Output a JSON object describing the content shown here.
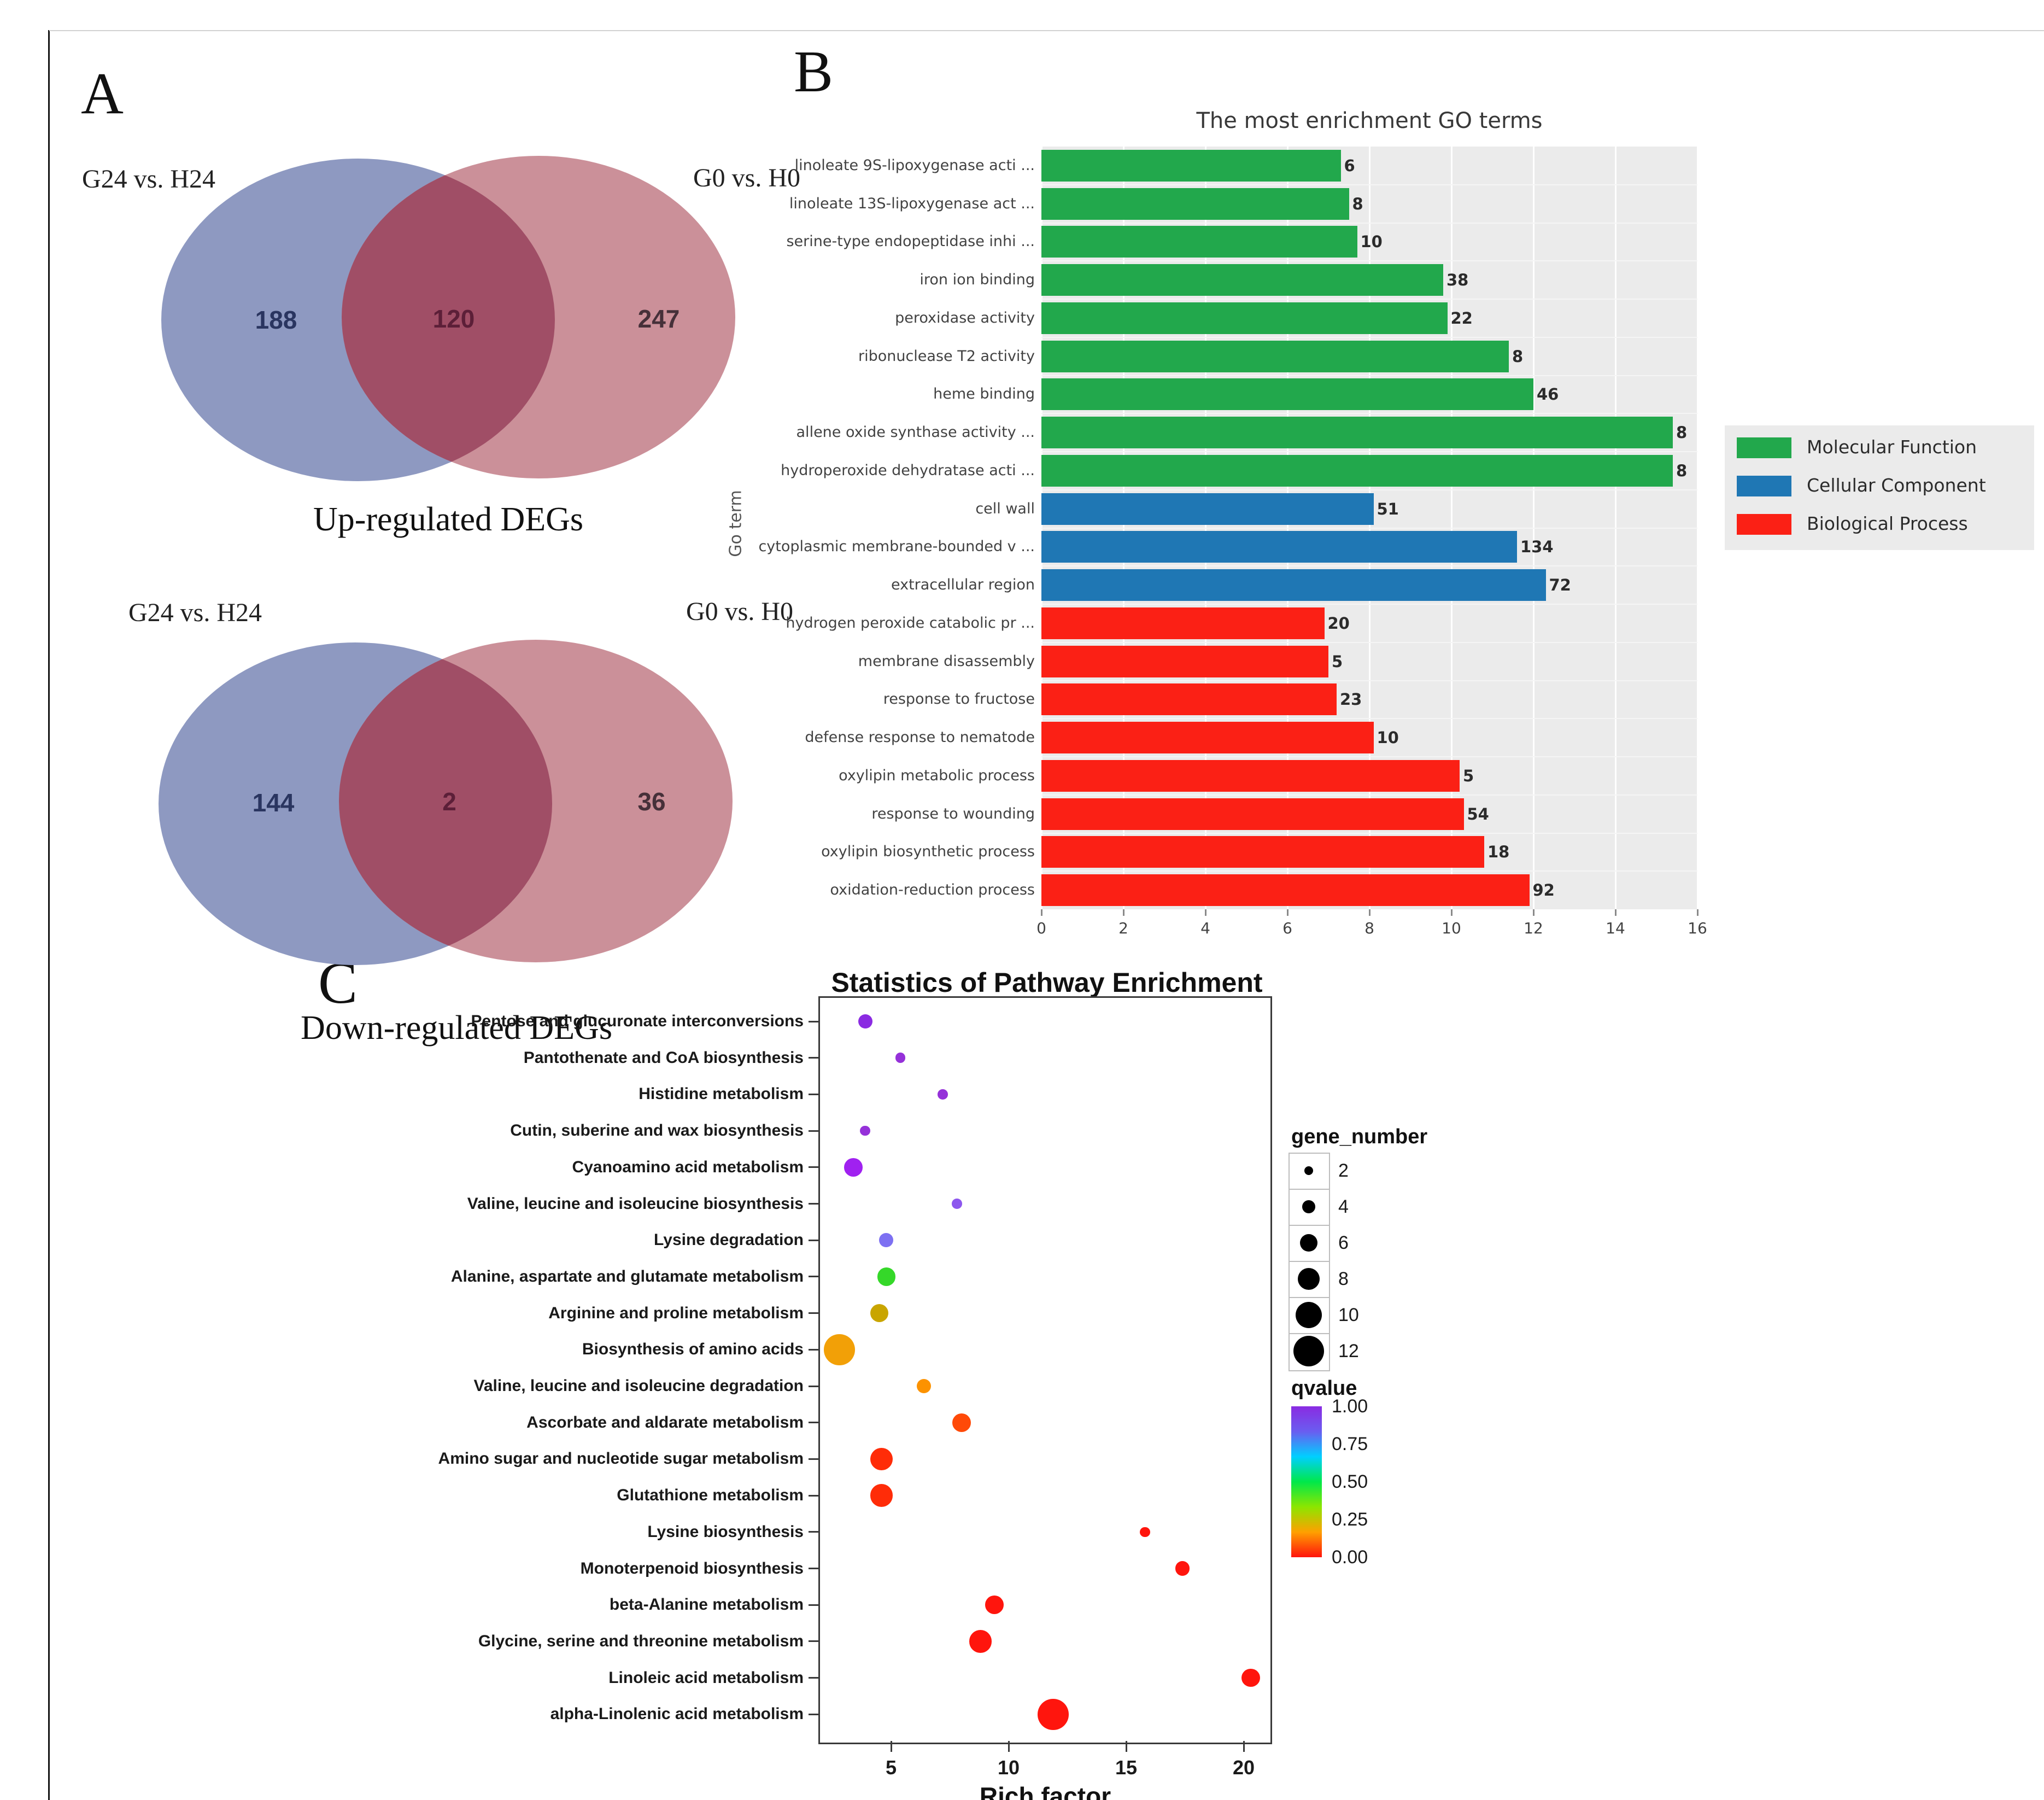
{
  "page": {
    "panel_a_letter": "A",
    "panel_b_letter": "B",
    "panel_c_letter": "C"
  },
  "venn": {
    "colors": {
      "left": "#8e99c1",
      "right": "#cb9099",
      "overlap": "#a04e66",
      "left_text": "#2a3560",
      "overlap_text": "#5c1f38",
      "right_text": "#463039"
    },
    "up": {
      "left_label": "G24 vs. H24",
      "right_label": "G0 vs. H0",
      "left_value": "188",
      "overlap_value": "120",
      "right_value": "247",
      "caption": "Up-regulated DEGs"
    },
    "down": {
      "left_label": "G24 vs. H24",
      "right_label": "G0 vs. H0",
      "left_value": "144",
      "overlap_value": "2",
      "right_value": "36",
      "caption": "Down-regulated DEGs"
    }
  },
  "chart_data": [
    {
      "id": "go_terms",
      "type": "bar",
      "orientation": "horizontal",
      "title": "The most enrichment GO terms",
      "ylabel": "Go term",
      "xlabel": "",
      "xlim": [
        0,
        16
      ],
      "xticks": [
        0,
        2,
        4,
        6,
        8,
        10,
        12,
        14,
        16
      ],
      "grid": true,
      "legend_position": "right",
      "groups": [
        {
          "name": "Molecular Function",
          "color": "#22a84c"
        },
        {
          "name": "Cellular Component",
          "color": "#1f77b4"
        },
        {
          "name": "Biological Process",
          "color": "#fb2015"
        }
      ],
      "bars": [
        {
          "label": "linoleate 9S-lipoxygenase acti ...",
          "value": 7.3,
          "count": 6,
          "group": "Molecular Function"
        },
        {
          "label": "linoleate 13S-lipoxygenase act ...",
          "value": 7.5,
          "count": 8,
          "group": "Molecular Function"
        },
        {
          "label": "serine-type endopeptidase inhi ...",
          "value": 7.7,
          "count": 10,
          "group": "Molecular Function"
        },
        {
          "label": "iron ion binding",
          "value": 9.8,
          "count": 38,
          "group": "Molecular Function"
        },
        {
          "label": "peroxidase activity",
          "value": 9.9,
          "count": 22,
          "group": "Molecular Function"
        },
        {
          "label": "ribonuclease T2 activity",
          "value": 11.4,
          "count": 8,
          "group": "Molecular Function"
        },
        {
          "label": "heme binding",
          "value": 12.0,
          "count": 46,
          "group": "Molecular Function"
        },
        {
          "label": "allene oxide synthase activity ...",
          "value": 15.4,
          "count": 8,
          "group": "Molecular Function"
        },
        {
          "label": "hydroperoxide dehydratase acti ...",
          "value": 15.4,
          "count": 8,
          "group": "Molecular Function"
        },
        {
          "label": "cell wall",
          "value": 8.1,
          "count": 51,
          "group": "Cellular Component"
        },
        {
          "label": "cytoplasmic membrane-bounded v ...",
          "value": 11.6,
          "count": 134,
          "group": "Cellular Component"
        },
        {
          "label": "extracellular region",
          "value": 12.3,
          "count": 72,
          "group": "Cellular Component"
        },
        {
          "label": "hydrogen peroxide catabolic pr ...",
          "value": 6.9,
          "count": 20,
          "group": "Biological Process"
        },
        {
          "label": "membrane disassembly",
          "value": 7.0,
          "count": 5,
          "group": "Biological Process"
        },
        {
          "label": "response to fructose",
          "value": 7.2,
          "count": 23,
          "group": "Biological Process"
        },
        {
          "label": "defense response to nematode",
          "value": 8.1,
          "count": 10,
          "group": "Biological Process"
        },
        {
          "label": "oxylipin metabolic process",
          "value": 10.2,
          "count": 5,
          "group": "Biological Process"
        },
        {
          "label": "response to wounding",
          "value": 10.3,
          "count": 54,
          "group": "Biological Process"
        },
        {
          "label": "oxylipin biosynthetic process",
          "value": 10.8,
          "count": 18,
          "group": "Biological Process"
        },
        {
          "label": "oxidation-reduction process",
          "value": 11.9,
          "count": 92,
          "group": "Biological Process"
        }
      ]
    },
    {
      "id": "pathway_enrichment",
      "type": "scatter",
      "title": "Statistics of Pathway Enrichment",
      "xlabel": "Rich factor",
      "xticks": [
        5,
        10,
        15,
        20
      ],
      "xlim": [
        1.9,
        21.3
      ],
      "size_legend": {
        "title": "gene_number",
        "values": [
          2,
          4,
          6,
          8,
          10,
          12
        ]
      },
      "color_legend": {
        "title": "qvalue",
        "ticks": [
          "1.00",
          "0.75",
          "0.50",
          "0.25",
          "0.00"
        ],
        "gradient": [
          "#8a2be2",
          "#6a5df0",
          "#00cfff",
          "#00e84a",
          "#8ce600",
          "#ffa000",
          "#ff130c"
        ]
      },
      "points": [
        {
          "label": "Pentose and glucuronate interconversions",
          "rich_factor": 3.9,
          "gene_number": 4,
          "qvalue": 0.95,
          "color": "#8b2be2"
        },
        {
          "label": "Pantothenate and CoA biosynthesis",
          "rich_factor": 5.4,
          "gene_number": 2,
          "qvalue": 0.95,
          "color": "#9531d9"
        },
        {
          "label": "Histidine metabolism",
          "rich_factor": 7.2,
          "gene_number": 2,
          "qvalue": 0.95,
          "color": "#9531d9"
        },
        {
          "label": "Cutin, suberine and wax biosynthesis",
          "rich_factor": 3.9,
          "gene_number": 2,
          "qvalue": 0.92,
          "color": "#9531d9"
        },
        {
          "label": "Cyanoamino acid metabolism",
          "rich_factor": 3.4,
          "gene_number": 6,
          "qvalue": 0.9,
          "color": "#a021f0"
        },
        {
          "label": "Valine, leucine and isoleucine biosynthesis",
          "rich_factor": 7.8,
          "gene_number": 2,
          "qvalue": 0.85,
          "color": "#8d57ee"
        },
        {
          "label": "Lysine degradation",
          "rich_factor": 4.8,
          "gene_number": 4,
          "qvalue": 0.75,
          "color": "#7d70f2"
        },
        {
          "label": "Alanine, aspartate and glutamate metabolism",
          "rich_factor": 4.8,
          "gene_number": 6,
          "qvalue": 0.35,
          "color": "#35d829"
        },
        {
          "label": "Arginine and proline metabolism",
          "rich_factor": 4.5,
          "gene_number": 6,
          "qvalue": 0.18,
          "color": "#c9a500"
        },
        {
          "label": "Biosynthesis of amino acids",
          "rich_factor": 2.8,
          "gene_number": 12,
          "qvalue": 0.06,
          "color": "#f2a007"
        },
        {
          "label": "Valine, leucine and isoleucine degradation",
          "rich_factor": 6.4,
          "gene_number": 4,
          "qvalue": 0.05,
          "color": "#fc9200"
        },
        {
          "label": "Ascorbate and aldarate metabolism",
          "rich_factor": 8.0,
          "gene_number": 6,
          "qvalue": 0.02,
          "color": "#ff4a08"
        },
        {
          "label": "Amino sugar and nucleotide sugar metabolism",
          "rich_factor": 4.6,
          "gene_number": 8,
          "qvalue": 0.01,
          "color": "#ff2c08"
        },
        {
          "label": "Glutathione metabolism",
          "rich_factor": 4.6,
          "gene_number": 8,
          "qvalue": 0.01,
          "color": "#ff2c08"
        },
        {
          "label": "Lysine biosynthesis",
          "rich_factor": 15.8,
          "gene_number": 2,
          "qvalue": 0.0,
          "color": "#ff150d"
        },
        {
          "label": "Monoterpenoid biosynthesis",
          "rich_factor": 17.4,
          "gene_number": 4,
          "qvalue": 0.0,
          "color": "#ff150d"
        },
        {
          "label": "beta-Alanine metabolism",
          "rich_factor": 9.4,
          "gene_number": 6,
          "qvalue": 0.0,
          "color": "#ff150d"
        },
        {
          "label": "Glycine, serine and threonine metabolism",
          "rich_factor": 8.8,
          "gene_number": 8,
          "qvalue": 0.0,
          "color": "#ff150d"
        },
        {
          "label": "Linoleic acid metabolism",
          "rich_factor": 20.3,
          "gene_number": 6,
          "qvalue": 0.0,
          "color": "#ff150d"
        },
        {
          "label": "alpha-Linolenic acid metabolism",
          "rich_factor": 11.9,
          "gene_number": 12,
          "qvalue": 0.0,
          "color": "#ff150d"
        }
      ]
    }
  ]
}
